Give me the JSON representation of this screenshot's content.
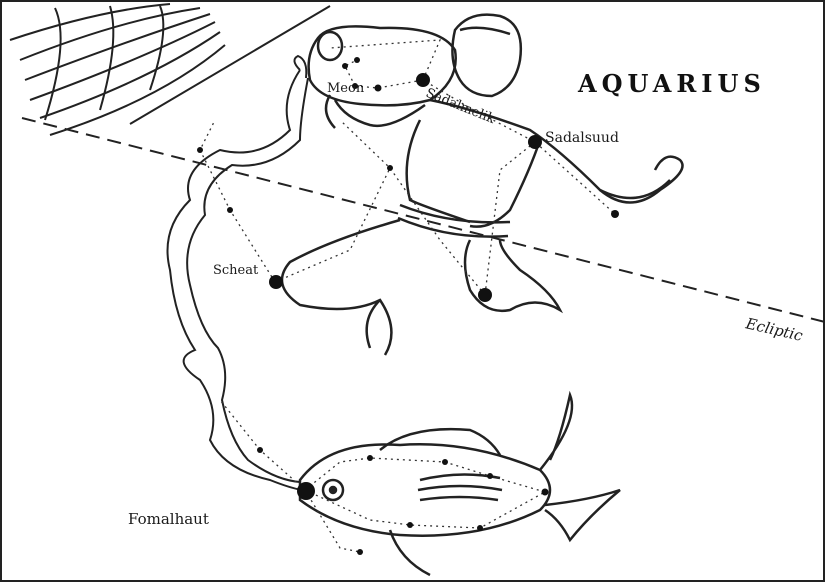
{
  "title": "AQUARIUS",
  "ecliptic_label": "Ecliptic",
  "stars": {
    "meon": "Meon",
    "sadalmelik": "Sadalmelik",
    "sadalsuud": "Sadalsuud",
    "scheat": "Scheat",
    "fomalhaut": "Fomalhaut"
  },
  "colors": {
    "ink": "#1a1a1a",
    "paper": "#ffffff"
  }
}
